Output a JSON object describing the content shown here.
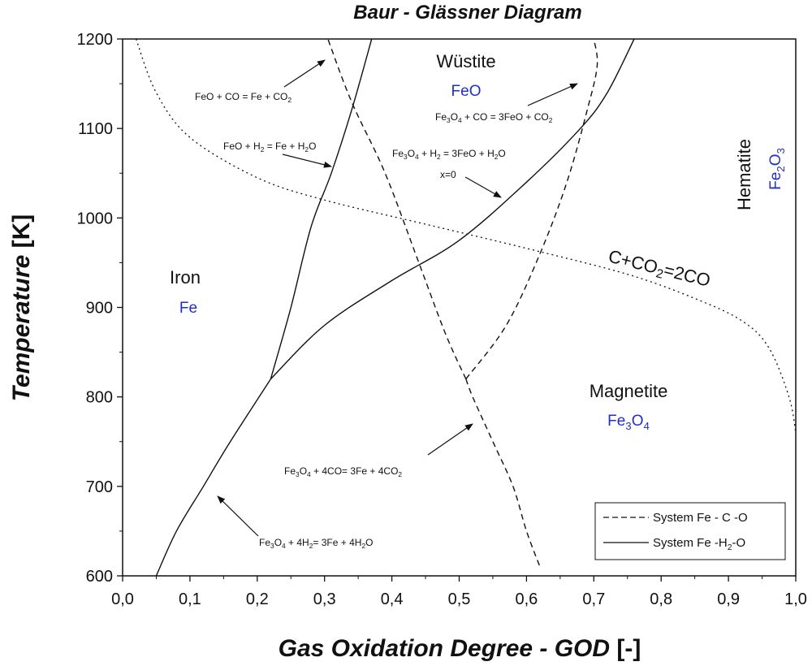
{
  "chart_data": {
    "type": "line",
    "title": "Baur - Glässner Diagram",
    "xlabel": "Gas Oxidation Degree - GOD [-]",
    "ylabel": "Temperature [K]",
    "xlim": [
      0,
      1
    ],
    "ylim": [
      600,
      1200
    ],
    "x_ticks": [
      "0,0",
      "0,1",
      "0,2",
      "0,3",
      "0,4",
      "0,5",
      "0,6",
      "0,7",
      "0,8",
      "0,9",
      "1,0"
    ],
    "y_ticks": [
      "600",
      "700",
      "800",
      "900",
      "1000",
      "1100",
      "1200"
    ],
    "grid": false,
    "legend_position": "bottom-right",
    "legend": [
      {
        "label": "System Fe - C -O",
        "style": "dashed"
      },
      {
        "label": "System Fe -H2-O",
        "style": "solid"
      }
    ],
    "series": [
      {
        "name": "System Fe - C -O",
        "segment": "Fe3O4 + 4CO = 3Fe + 4CO2",
        "style": "dashed",
        "points": [
          [
            0.51,
            820
          ],
          [
            0.52,
            800
          ],
          [
            0.55,
            750
          ],
          [
            0.58,
            700
          ],
          [
            0.6,
            650
          ],
          [
            0.62,
            610
          ]
        ]
      },
      {
        "name": "System Fe - C -O",
        "segment": "FeO + CO = Fe + CO2",
        "style": "dashed",
        "points": [
          [
            0.51,
            820
          ],
          [
            0.48,
            870
          ],
          [
            0.44,
            950
          ],
          [
            0.39,
            1050
          ],
          [
            0.34,
            1130
          ],
          [
            0.305,
            1200
          ]
        ]
      },
      {
        "name": "System Fe - C -O",
        "segment": "Fe3O4 + CO = 3FeO + CO2",
        "style": "dashed",
        "points": [
          [
            0.51,
            820
          ],
          [
            0.57,
            880
          ],
          [
            0.62,
            960
          ],
          [
            0.66,
            1040
          ],
          [
            0.69,
            1120
          ],
          [
            0.705,
            1170
          ],
          [
            0.7,
            1200
          ]
        ]
      },
      {
        "name": "System Fe -H2-O",
        "segment": "Fe3O4 + 4H2 = 3Fe + 4H2O",
        "style": "solid",
        "points": [
          [
            0.05,
            600
          ],
          [
            0.08,
            650
          ],
          [
            0.12,
            700
          ],
          [
            0.16,
            750
          ],
          [
            0.22,
            820
          ]
        ]
      },
      {
        "name": "System Fe -H2-O",
        "segment": "FeO + H2 = Fe + H2O",
        "style": "solid",
        "points": [
          [
            0.22,
            820
          ],
          [
            0.25,
            900
          ],
          [
            0.28,
            990
          ],
          [
            0.31,
            1050
          ],
          [
            0.34,
            1120
          ],
          [
            0.37,
            1200
          ]
        ]
      },
      {
        "name": "System Fe -H2-O",
        "segment": "Fe3O4 + H2 = 3FeO + H2O",
        "style": "solid",
        "points": [
          [
            0.22,
            820
          ],
          [
            0.3,
            880
          ],
          [
            0.4,
            930
          ],
          [
            0.5,
            975
          ],
          [
            0.6,
            1040
          ],
          [
            0.68,
            1100
          ],
          [
            0.72,
            1140
          ],
          [
            0.76,
            1200
          ]
        ]
      },
      {
        "name": "C+CO2=2CO",
        "segment": "C+CO2=2CO",
        "style": "dotted",
        "points": [
          [
            0.02,
            1200
          ],
          [
            0.05,
            1140
          ],
          [
            0.1,
            1090
          ],
          [
            0.2,
            1045
          ],
          [
            0.3,
            1020
          ],
          [
            0.45,
            993
          ],
          [
            0.6,
            966
          ],
          [
            0.75,
            937
          ],
          [
            0.85,
            910
          ],
          [
            0.92,
            885
          ],
          [
            0.96,
            855
          ],
          [
            0.99,
            800
          ],
          [
            1.0,
            760
          ]
        ]
      }
    ]
  },
  "texts": {
    "title": "Baur - Glässner Diagram",
    "ylabel_main": "Temperature",
    "ylabel_unit": " [K]",
    "xlabel_main": "Gas Oxidation Degree - GOD",
    "xlabel_unit": " [-]"
  },
  "regions": [
    {
      "name": "Iron",
      "formula_main": "Fe",
      "formula_sub": ""
    },
    {
      "name": "Wüstite",
      "formula_main": "FeO",
      "formula_sub": ""
    },
    {
      "name": "Magnetite",
      "formula_main": "Fe",
      "formula_sub": "3",
      "formula_main2": "O",
      "formula_sub2": "4"
    },
    {
      "name": "Hematite",
      "formula_main": "Fe",
      "formula_sub": "2",
      "formula_main2": "O",
      "formula_sub2": "3"
    }
  ],
  "annotations": {
    "feo_co": {
      "a": "FeO + CO = Fe + CO",
      "s1": "2"
    },
    "feo_h2": {
      "a": "FeO + H",
      "s1": "2",
      "b": " = Fe + H",
      "s2": "2",
      "c": "O"
    },
    "fe3o4_co_feo": {
      "a": "Fe",
      "s1": "3",
      "b": "O",
      "s2": "4",
      "c": " + CO = 3FeO + CO",
      "s3": "2"
    },
    "fe3o4_h2_feo": {
      "a": "Fe",
      "s1": "3",
      "b": "O",
      "s2": "4",
      "c": " + H",
      "s3": "2",
      "d": " = 3FeO + H",
      "s4": "2",
      "e": "O"
    },
    "x0": "x=0",
    "boudouard": {
      "a": "C+CO",
      "s1": "2",
      "b": "=2CO"
    },
    "fe3o4_4co": {
      "a": "Fe",
      "s1": "3",
      "b": "O",
      "s2": "4",
      "c": " + 4CO= 3Fe +  4CO",
      "s3": "2"
    },
    "fe3o4_4h2": {
      "a": "Fe",
      "s1": "3",
      "b": "O",
      "s2": "4",
      "c": " + 4H",
      "s3": "2",
      "d": "= 3Fe +  4H",
      "s4": "2",
      "e": "O"
    }
  },
  "legend_items": {
    "dashed_label": "System Fe - C -O",
    "solid_a": "System Fe -H",
    "solid_sub": "2",
    "solid_b": "-O"
  }
}
